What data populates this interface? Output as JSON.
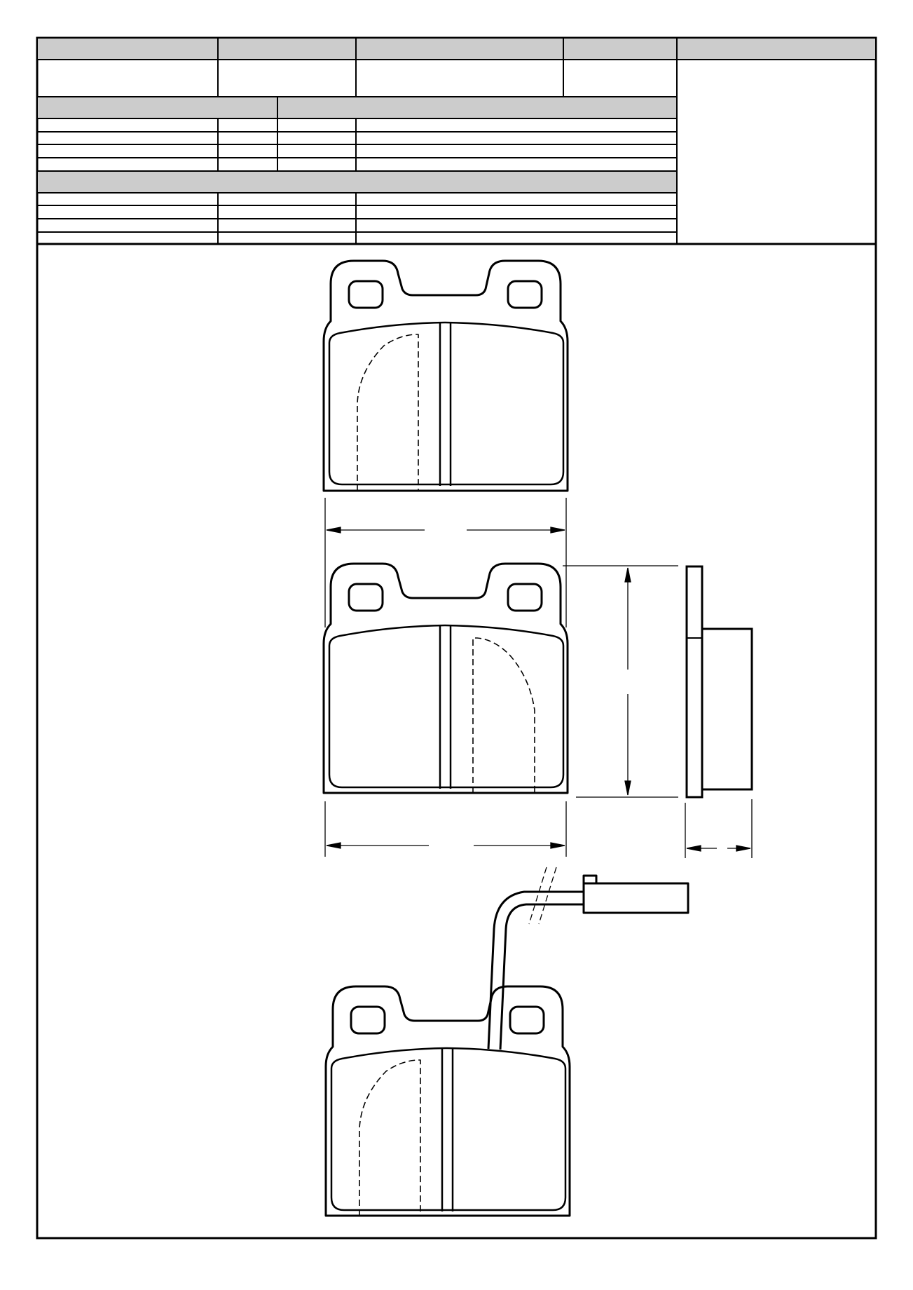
{
  "drawing": {
    "title": "",
    "header": {
      "cells": [
        "",
        "",
        "",
        "",
        ""
      ]
    },
    "dimensions": {
      "pad_width": "",
      "pad_height": "",
      "pad_thickness": ""
    },
    "views": [
      "brake-pad-front-view-with-wear-groove",
      "brake-pad-dimensioned-view",
      "brake-pad-side-profile",
      "brake-pad-with-wear-sensor-cable"
    ],
    "colors": {
      "line": "#000000",
      "table_header_fill": "#cccccc",
      "paper": "#ffffff"
    }
  }
}
